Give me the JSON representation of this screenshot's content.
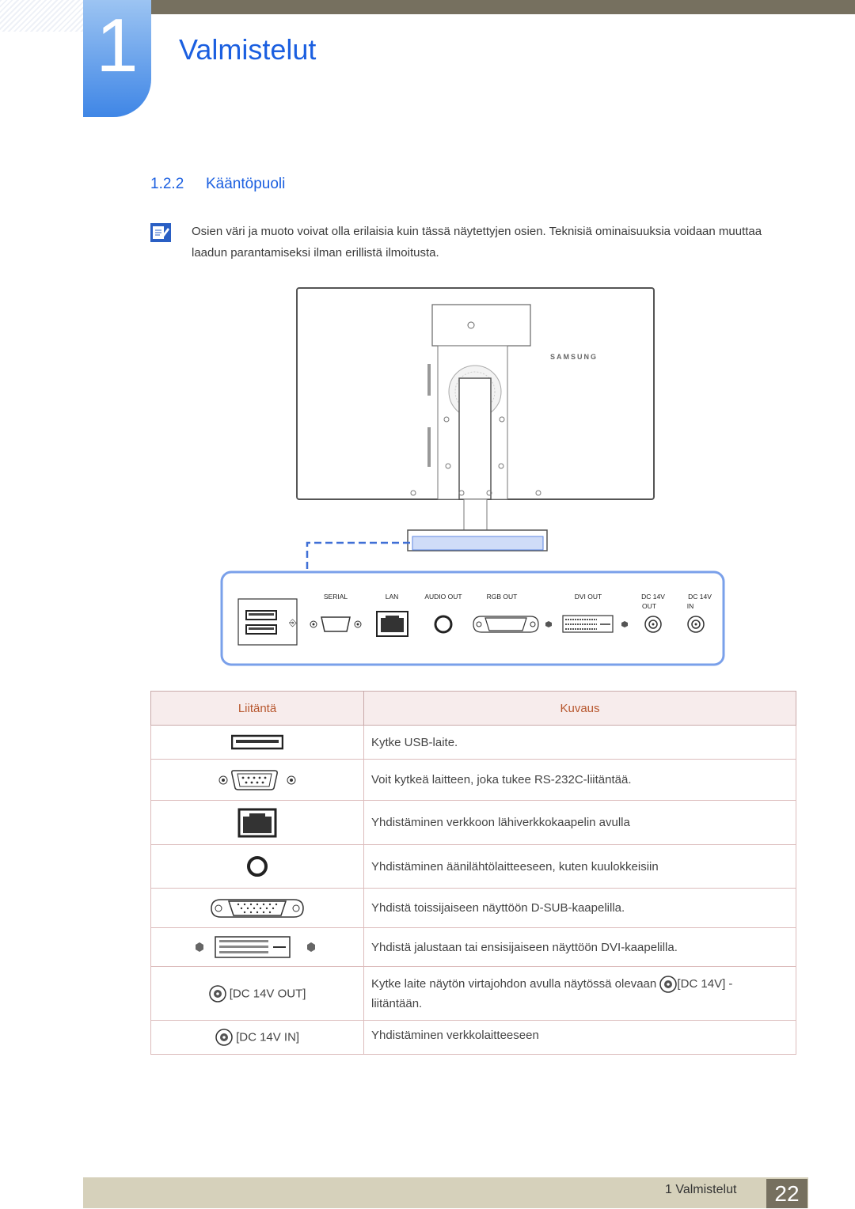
{
  "chapter": {
    "number": "1",
    "title": "Valmistelut"
  },
  "section": {
    "number": "1.2.2",
    "title": "Kääntöpuoli"
  },
  "note": {
    "text": "Osien väri ja muoto voivat olla erilaisia kuin tässä näytettyjen osien. Teknisiä ominaisuuksia voidaan muuttaa laadun parantamiseksi ilman erillistä ilmoitusta."
  },
  "monitor": {
    "brand": "SAMSUNG"
  },
  "ports": {
    "serial": "SERIAL",
    "lan": "LAN",
    "audio_out": "AUDIO OUT",
    "rgb_out": "RGB OUT",
    "dvi_out": "DVI OUT",
    "dc_out_1": "DC 14V",
    "dc_out_2": "OUT",
    "dc_in_1": "DC 14V",
    "dc_in_2": "IN"
  },
  "table": {
    "headers": [
      "Liitäntä",
      "Kuvaus"
    ],
    "rows": [
      {
        "port": "usb",
        "description": "Kytke USB-laite."
      },
      {
        "port": "serial",
        "description": "Voit kytkeä laitteen, joka tukee RS-232C-liitäntää."
      },
      {
        "port": "lan",
        "description": "Yhdistäminen verkkoon lähiverkkokaapelin avulla"
      },
      {
        "port": "audio",
        "description": "Yhdistäminen äänilähtölaitteeseen, kuten kuulokkeisiin"
      },
      {
        "port": "rgb",
        "description": "Yhdistä toissijaiseen näyttöön D-SUB-kaapelilla."
      },
      {
        "port": "dvi",
        "description": "Yhdistä jalustaan tai ensisijaiseen näyttöön DVI-kaapelilla."
      },
      {
        "port": "dc-out",
        "label": "[DC 14V OUT]",
        "description_a": "Kytke laite näytön virtajohdon avulla näytössä olevaan",
        "description_b": "[DC 14V] -",
        "description_c": "liitäntään."
      },
      {
        "port": "dc-in",
        "label": "[DC 14V IN]",
        "description": "Yhdistäminen verkkolaitteeseen"
      }
    ]
  },
  "footer": {
    "label": "1 Valmistelut",
    "page": "22"
  },
  "colors": {
    "accent": "#1b5fe0",
    "header_text": "#b7562d",
    "bar": "#76705f",
    "footer_bg": "#d6d1bb"
  }
}
